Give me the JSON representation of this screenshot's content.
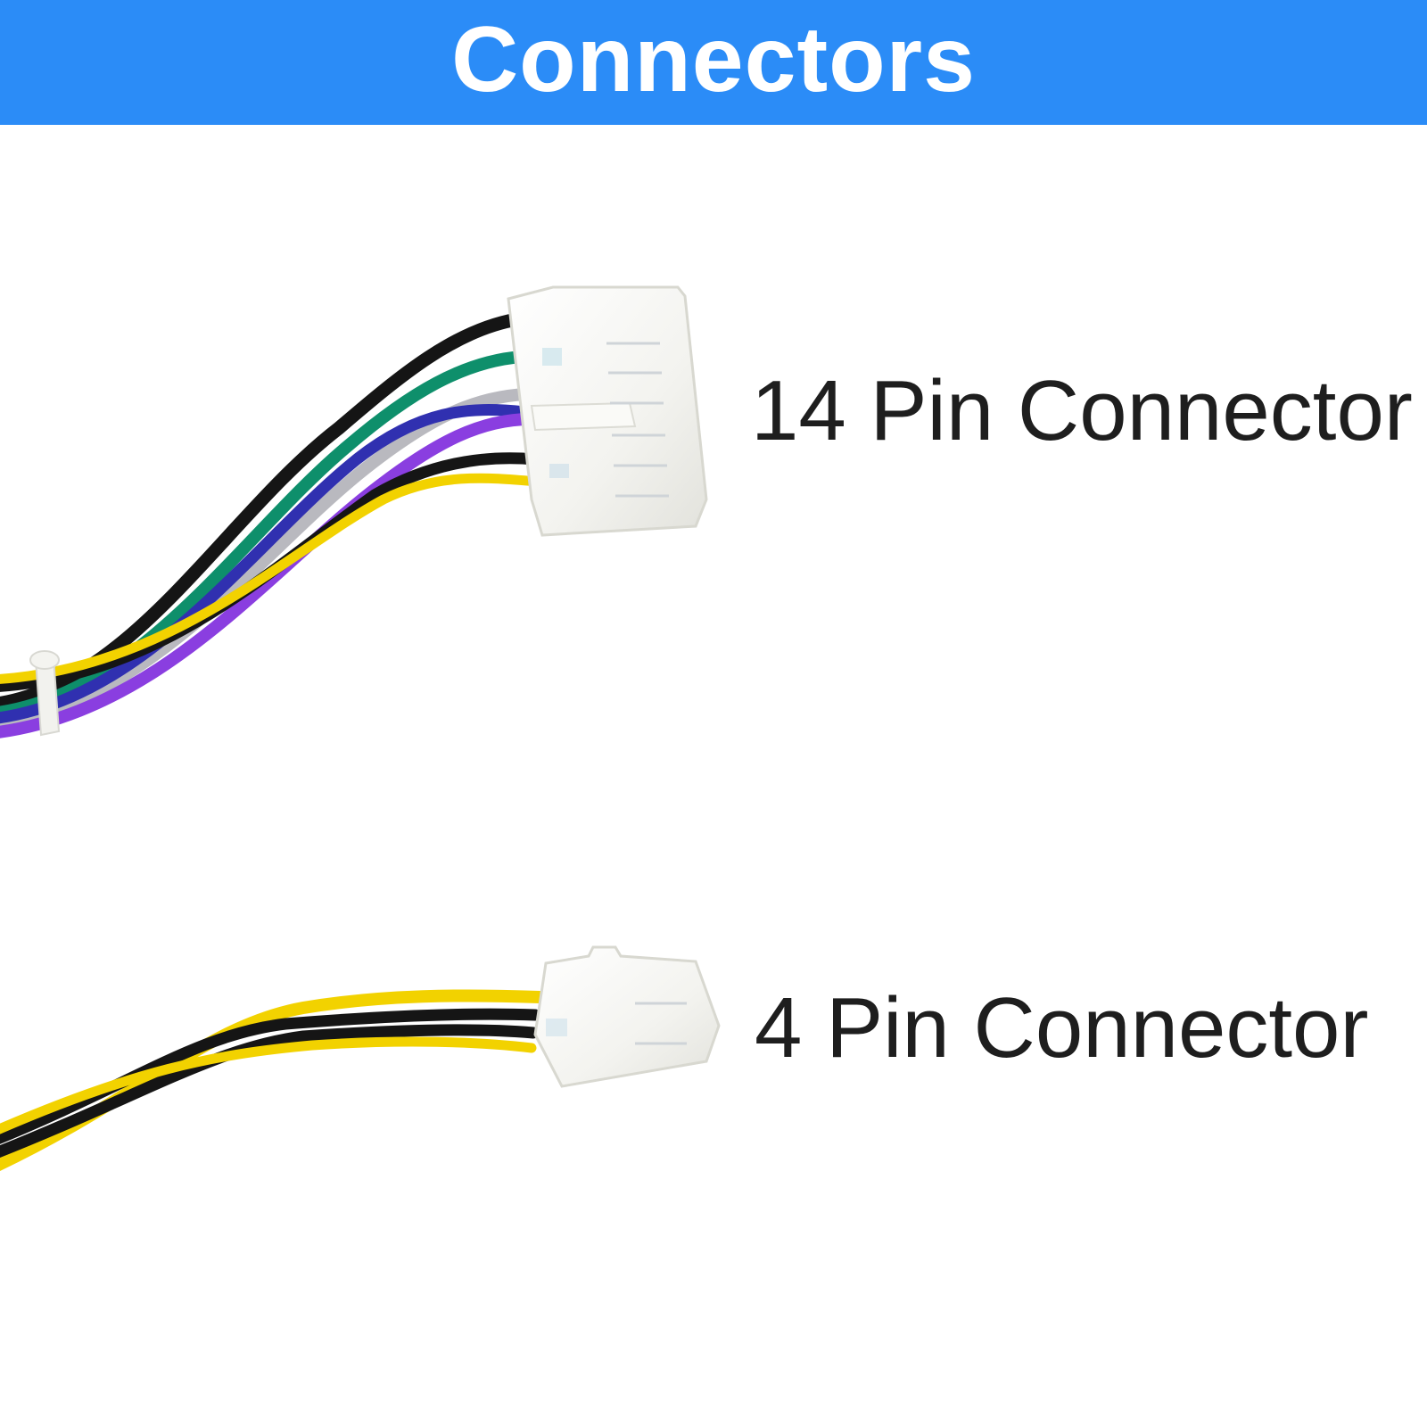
{
  "header": {
    "title": "Connectors",
    "background": "#2b8cf7",
    "text_color": "#ffffff"
  },
  "connectors": [
    {
      "label": "14 Pin Connector",
      "wire_colors": [
        "#151515",
        "#0e8f6b",
        "#b9b9bf",
        "#3030b0",
        "#8a3ee0",
        "#151515",
        "#f2d200"
      ]
    },
    {
      "label": "4 Pin Connector",
      "wire_colors": [
        "#f2d200",
        "#151515",
        "#151515",
        "#f2d200"
      ]
    }
  ],
  "colors": {
    "connector_housing": "#f6f6f2",
    "cable_tie": "#f2f2ee"
  }
}
